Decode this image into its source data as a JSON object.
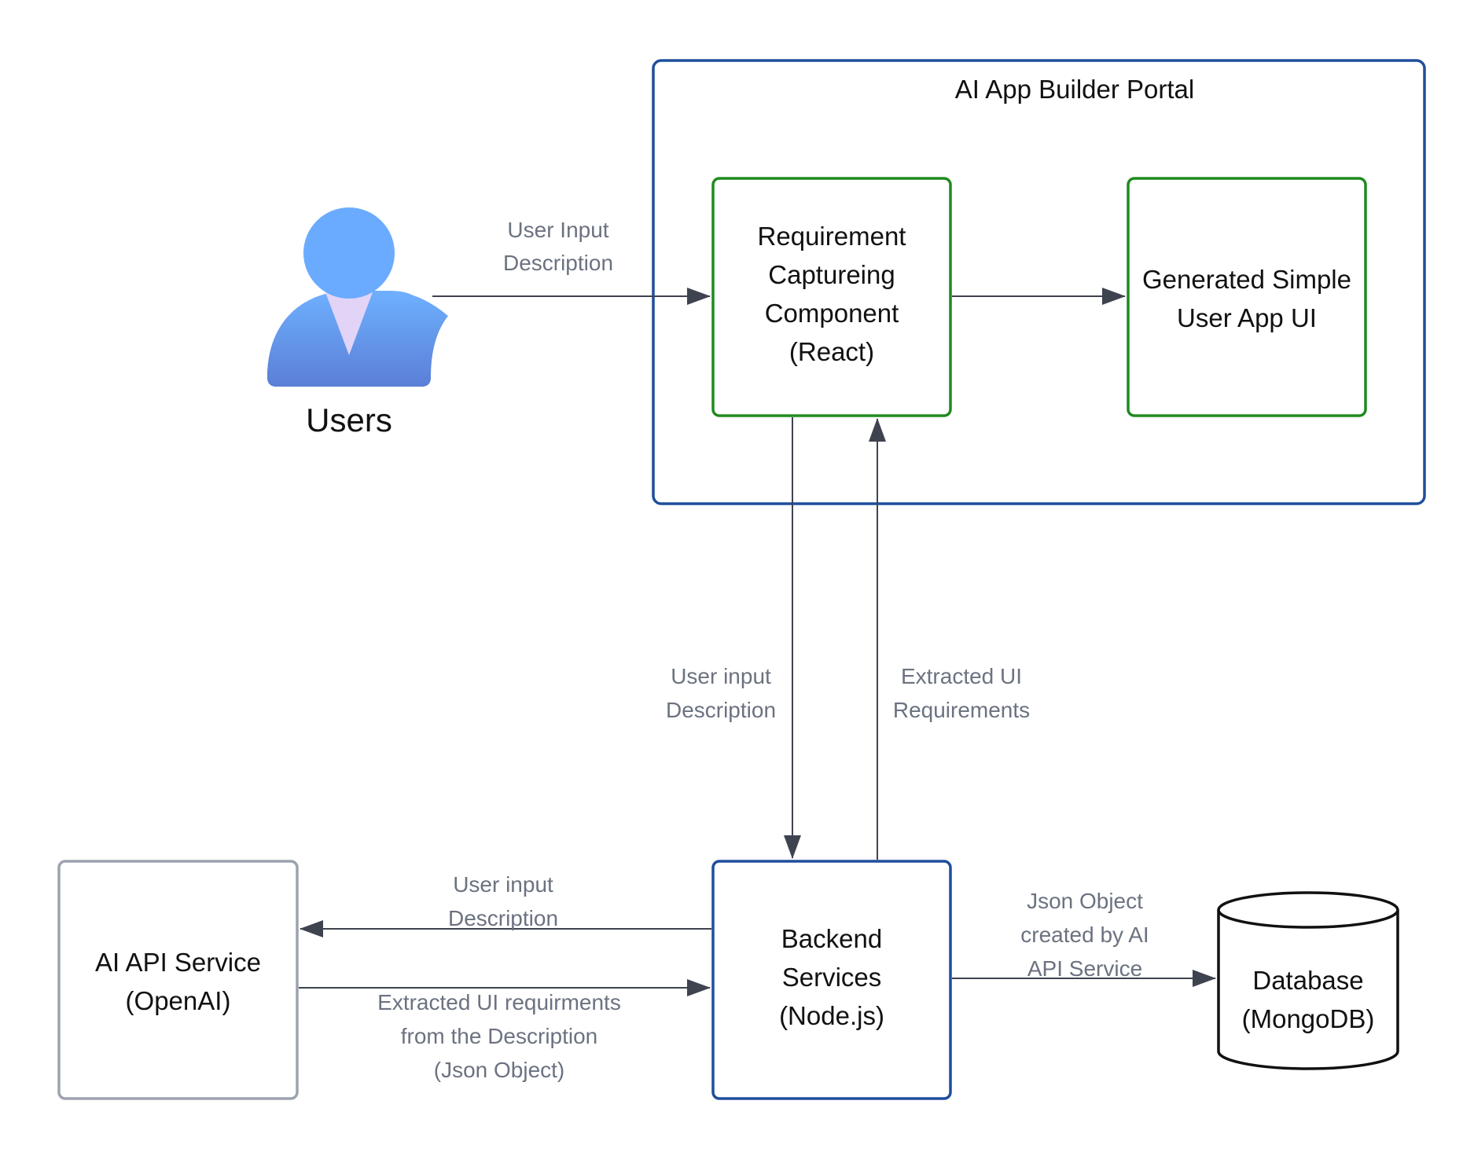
{
  "diagram": {
    "portal_title": "AI App Builder Portal",
    "users_label": "Users",
    "nodes": {
      "requirement": [
        "Requirement",
        "Captureing",
        "Component",
        "(React)"
      ],
      "generated": [
        "Generated Simple",
        "User App UI"
      ],
      "backend": [
        "Backend",
        "Services",
        "(Node.js)"
      ],
      "ai_api": [
        "AI API Service",
        "(OpenAI)"
      ],
      "database": [
        "Database",
        "(MongoDB)"
      ]
    },
    "edges": {
      "user_to_req": [
        "User Input",
        "Description"
      ],
      "req_to_backend": [
        "User input",
        "Description"
      ],
      "backend_to_req": [
        "Extracted UI",
        "Requirements"
      ],
      "backend_to_ai": [
        "User input",
        "Description"
      ],
      "ai_to_backend": [
        "Extracted UI requirments",
        "from the Description",
        "(Json Object)"
      ],
      "backend_to_db": [
        "Json Object",
        "created by AI",
        "API Service"
      ]
    },
    "colors": {
      "portal_border": "#1f4e9c",
      "component_border": "#1f8a1f",
      "backend_border": "#1f4e9c",
      "ai_border": "#9ca3af",
      "arrow": "#3f4350",
      "edge_text": "#6b7280",
      "user_icon_top": "#6fb0ff",
      "user_icon_bottom": "#5a7fd6",
      "user_collar": "#e2d4f7"
    }
  }
}
